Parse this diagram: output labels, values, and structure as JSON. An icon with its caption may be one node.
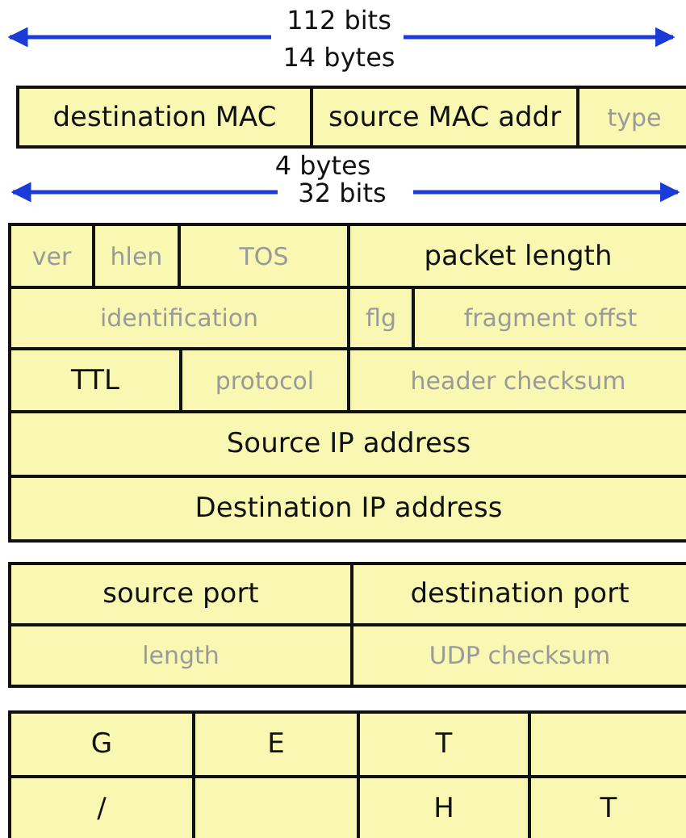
{
  "diagram": {
    "nodes": [
      {
        "text": [
          "destination MAC"
        ]
      },
      {
        "text": [
          "source MAC addr"
        ]
      },
      {
        "text": [
          "type"
        ]
      },
      {
        "text": [
          "ver"
        ]
      },
      {
        "text": [
          "hlen"
        ]
      },
      {
        "text": [
          "TOS"
        ]
      },
      {
        "text": [
          "packet length"
        ]
      },
      {
        "text": [
          "identification"
        ]
      },
      {
        "text": [
          "flg"
        ]
      },
      {
        "text": [
          "fragment offst"
        ]
      },
      {
        "text": [
          "TTL"
        ]
      },
      {
        "text": [
          "protocol"
        ]
      },
      {
        "text": [
          "header checksum"
        ]
      },
      {
        "text": [
          "Source IP address"
        ]
      },
      {
        "text": [
          "Destination IP address"
        ]
      },
      {
        "text": [
          "source port"
        ]
      },
      {
        "text": [
          "destination port"
        ]
      },
      {
        "text": [
          "length"
        ]
      },
      {
        "text": [
          "UDP checksum"
        ]
      },
      {
        "text": [
          "G"
        ]
      },
      {
        "text": [
          "E"
        ]
      },
      {
        "text": [
          "T"
        ]
      },
      {
        "text": [],
        "shape": "box"
      },
      {
        "text": [
          "/"
        ]
      },
      {
        "text": [],
        "shape": "box"
      },
      {
        "text": [
          "H"
        ]
      },
      {
        "text": [
          "T"
        ]
      }
    ],
    "labels": [
      "112 bits",
      "14 bytes",
      "4 bytes",
      "32 bits"
    ]
  }
}
